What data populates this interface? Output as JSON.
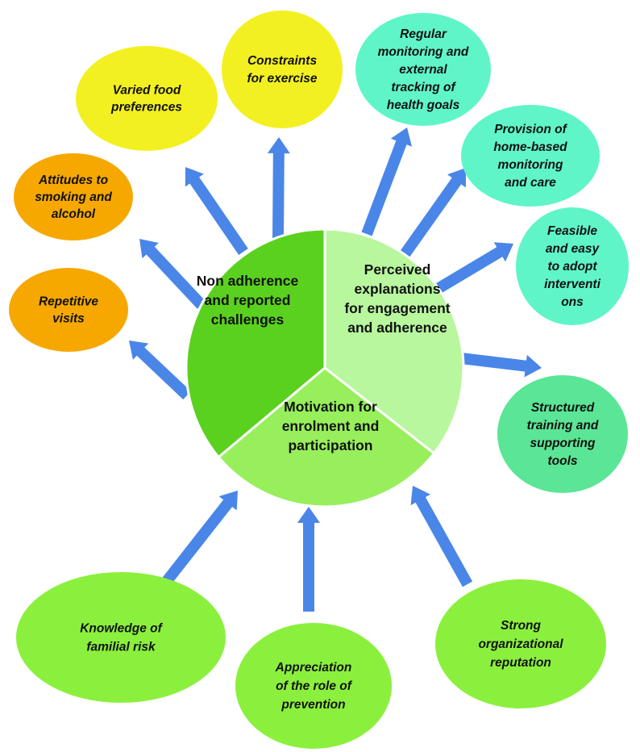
{
  "center": {
    "segments": [
      {
        "lines": [
          "Non adherence",
          "and reported",
          "challenges"
        ],
        "color": "#5bd11f"
      },
      {
        "lines": [
          "Perceived",
          "explanations",
          "for engagement",
          "and adherence"
        ],
        "color": "#b8f79e"
      },
      {
        "lines": [
          "Motivation for",
          "enrolment and",
          "participation"
        ],
        "color": "#97ef5c"
      }
    ]
  },
  "arrow_color": "#4a86e8",
  "bubbles": [
    {
      "id": "repetitive-visits",
      "lines": [
        "Repetitive",
        "visits"
      ],
      "color": "#f6a800"
    },
    {
      "id": "attitudes-smoking-alcohol",
      "lines": [
        "Attitudes to",
        "smoking and",
        "alcohol"
      ],
      "color": "#f6a800"
    },
    {
      "id": "varied-food-preferences",
      "lines": [
        "Varied food",
        "preferences"
      ],
      "color": "#f3f021"
    },
    {
      "id": "constraints-exercise",
      "lines": [
        "Constraints",
        "for exercise"
      ],
      "color": "#f3f021"
    },
    {
      "id": "regular-monitoring",
      "lines": [
        "Regular",
        "monitoring and",
        "external",
        "tracking of",
        "health goals"
      ],
      "color": "#5ff5c9"
    },
    {
      "id": "home-based-monitoring",
      "lines": [
        "Provision of",
        "home-based",
        "monitoring",
        "and care"
      ],
      "color": "#5ff5c9"
    },
    {
      "id": "feasible-interventions",
      "lines": [
        "Feasible",
        "and easy",
        "to adopt",
        "interventi",
        "ons"
      ],
      "color": "#5ff5c9"
    },
    {
      "id": "structured-training",
      "lines": [
        "Structured",
        "training and",
        "supporting",
        "tools"
      ],
      "color": "#5be596"
    },
    {
      "id": "knowledge-familial-risk",
      "lines": [
        "Knowledge of",
        "familial risk"
      ],
      "color": "#8bf03d"
    },
    {
      "id": "appreciation-prevention",
      "lines": [
        "Appreciation",
        "of the role of",
        "prevention"
      ],
      "color": "#8bf03d"
    },
    {
      "id": "strong-reputation",
      "lines": [
        "Strong",
        "organizational",
        "reputation"
      ],
      "color": "#8bf03d"
    }
  ]
}
